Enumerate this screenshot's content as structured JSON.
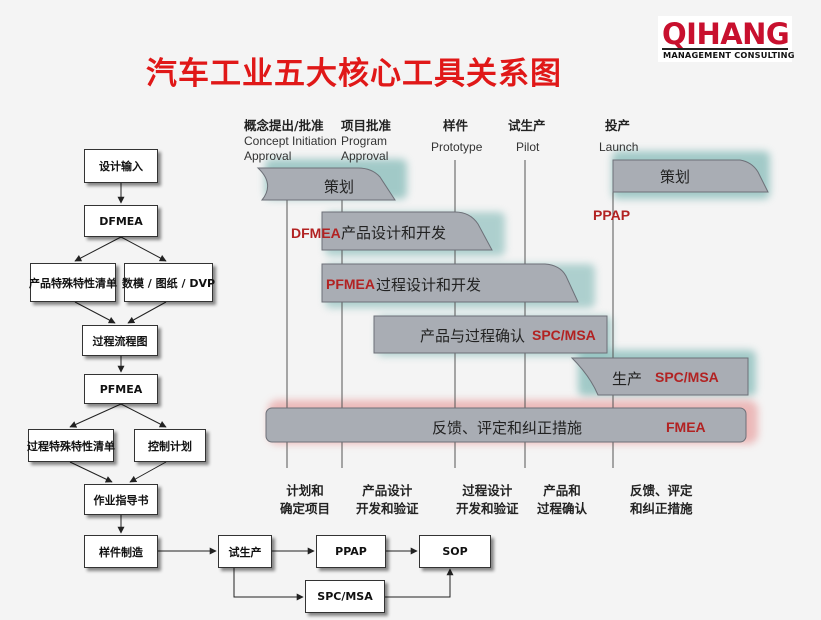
{
  "title": "汽车工业五大核心工具关系图",
  "logo": {
    "name": "QIHANG",
    "tagline": "MANAGEMENT CONSULTING"
  },
  "phases": [
    {
      "zh": "概念提出/批准",
      "en1": "Concept Initiation",
      "en2": "Approval"
    },
    {
      "zh": "项目批准",
      "en1": "Program",
      "en2": "Approval"
    },
    {
      "zh": "样件",
      "en1": "Prototype",
      "en2": ""
    },
    {
      "zh": "试生产",
      "en1": "Pilot",
      "en2": ""
    },
    {
      "zh": "投产",
      "en1": "Launch",
      "en2": ""
    }
  ],
  "bands": {
    "planning": "策划",
    "planning_launch": "策划",
    "product_design": "产品设计和开发",
    "process_design": "过程设计和开发",
    "validation": "产品与过程确认",
    "production": "生产",
    "feedback": "反馈、评定和纠正措施"
  },
  "tools": {
    "dfmea": "DFMEA",
    "pfmea": "PFMEA",
    "spc_msa_validation": "SPC/MSA",
    "spc_msa_production": "SPC/MSA",
    "ppap": "PPAP",
    "fmea": "FMEA"
  },
  "bottom_labels": [
    {
      "line1": "计划和",
      "line2": "确定项目"
    },
    {
      "line1": "产品设计",
      "line2": "开发和验证"
    },
    {
      "line1": "过程设计",
      "line2": "开发和验证"
    },
    {
      "line1": "产品和",
      "line2": "过程确认"
    },
    {
      "line1": "反馈、评定",
      "line2": "和纠正措施"
    }
  ],
  "flow": {
    "design_input": "设计输入",
    "dfmea": "DFMEA",
    "product_special": "产品特殊特性清单",
    "drawings": "数模 / 图纸 / DVP",
    "process_flow": "过程流程图",
    "pfmea": "PFMEA",
    "process_special": "过程特殊特性清单",
    "control_plan": "控制计划",
    "work_instruction": "作业指导书",
    "sample_making": "样件制造",
    "trial_production": "试生产",
    "ppap": "PPAP",
    "sop": "SOP",
    "spc_msa": "SPC/MSA"
  },
  "colors": {
    "title": "#e01818",
    "tool": "#b22222",
    "band": "#a9adb4",
    "teal_glow": "#7fb8b5",
    "red_glow": "#e8a0a0"
  }
}
